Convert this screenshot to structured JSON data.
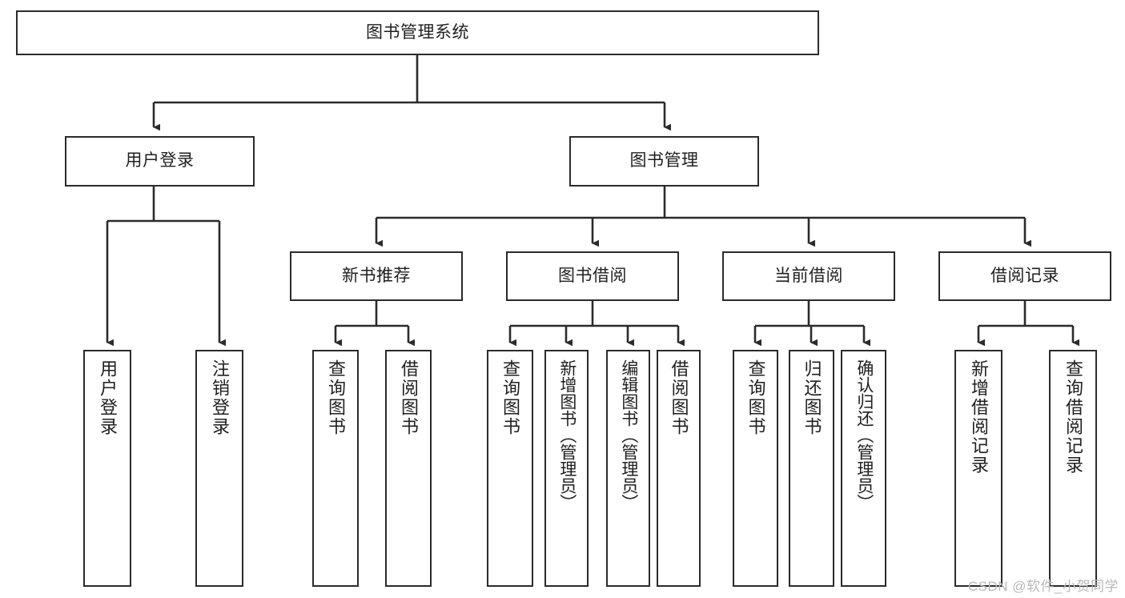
{
  "diagram": {
    "title_node": {
      "label": "图书管理系统"
    },
    "level2": [
      {
        "label": "用户登录"
      },
      {
        "label": "图书管理"
      }
    ],
    "level3": [
      {
        "label": "新书推荐"
      },
      {
        "label": "图书借阅"
      },
      {
        "label": "当前借阅"
      },
      {
        "label": "借阅记录"
      }
    ],
    "leaves": [
      {
        "label": "用户登录"
      },
      {
        "label": "注销登录"
      },
      {
        "label": "查询图书"
      },
      {
        "label": "借阅图书"
      },
      {
        "label": "查询图书"
      },
      {
        "label": "新增图书（管理员）"
      },
      {
        "label": "编辑图书（管理员）"
      },
      {
        "label": "借阅图书"
      },
      {
        "label": "查询图书"
      },
      {
        "label": "归还图书"
      },
      {
        "label": "确认归还（管理员）"
      },
      {
        "label": "新增借阅记录"
      },
      {
        "label": "查询借阅记录"
      }
    ]
  },
  "watermark": {
    "text": "CSDN @软件_小贺同学"
  },
  "colors": {
    "stroke": "#2b2b2b",
    "box_fill": "#ffffff",
    "text": "#1f1f1f",
    "watermark": "#b9b9b9",
    "background": "#ffffff"
  }
}
